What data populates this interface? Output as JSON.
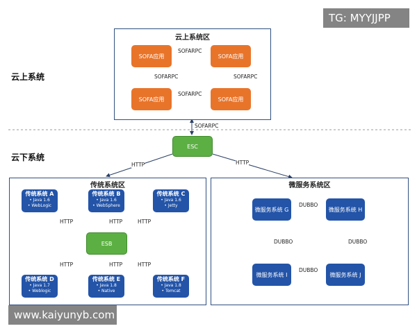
{
  "watermark_top": "TG: MYYJJPP",
  "watermark_bottom": "www.kaiyunyb.com",
  "cloud": {
    "side_label": "云上系统",
    "zone_title": "云上系统区",
    "app_label": "SOFA应用",
    "rpc_label": "SOFARPC"
  },
  "onprem": {
    "side_label": "云下系统"
  },
  "esc": {
    "label": "ESC",
    "uplink_label": "SOFARPC"
  },
  "http_label": "HTTP",
  "traditional": {
    "zone_title": "传统系统区",
    "esb_label": "ESB",
    "systems": [
      {
        "name": "传统系统 A",
        "line1": "• Java 1.6",
        "line2": "• WebLogic"
      },
      {
        "name": "传统系统 B",
        "line1": "• Java 1.6",
        "line2": "• WebSphere"
      },
      {
        "name": "传统系统 C",
        "line1": "• Java 1.6",
        "line2": "• Jetty"
      },
      {
        "name": "传统系统 D",
        "line1": "• Java 1.7",
        "line2": "• Weblogic"
      },
      {
        "name": "传统系统 E",
        "line1": "• Java 1.8",
        "line2": "• Native"
      },
      {
        "name": "传统系统 F",
        "line1": "• Java 1.8",
        "line2": "• Tomcat"
      }
    ]
  },
  "micro": {
    "zone_title": "微服务系统区",
    "dubbo_label": "DUBBO",
    "services": [
      "微服务系统 G",
      "微服务系统 H",
      "微服务系统 I",
      "微服务系统 J"
    ]
  },
  "colors": {
    "sofa_app": "#e8742a",
    "esc_esb": "#5cb043",
    "system_box": "#2354a8",
    "zone_border": "#2f4f7f"
  }
}
